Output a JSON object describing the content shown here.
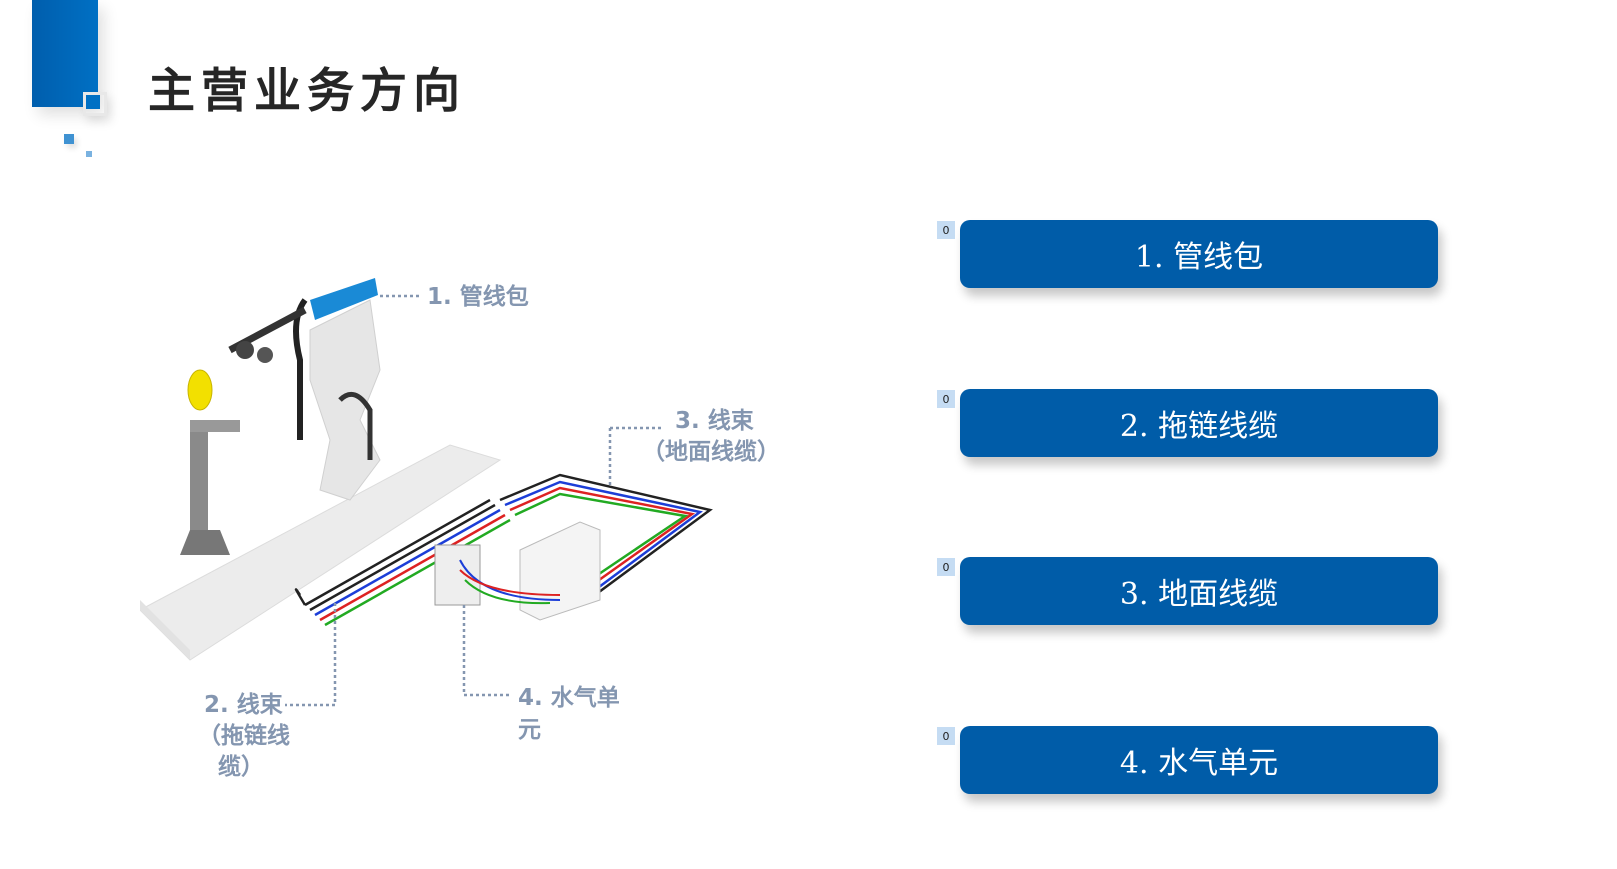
{
  "title": "主营业务方向",
  "diagram_labels": {
    "l1": "1. 管线包",
    "l2a": "2. 线束",
    "l2b": "（拖链线",
    "l2c": "缆）",
    "l3a": "3. 线束",
    "l3b": "（地面线缆）",
    "l4a": "4. 水气单",
    "l4b": "元"
  },
  "buttons": [
    {
      "label": "1. 管线包",
      "badge": "0"
    },
    {
      "label": "2. 拖链线缆",
      "badge": "0"
    },
    {
      "label": "3. 地面线缆",
      "badge": "0"
    },
    {
      "label": "4. 水气单元",
      "badge": "0"
    }
  ]
}
